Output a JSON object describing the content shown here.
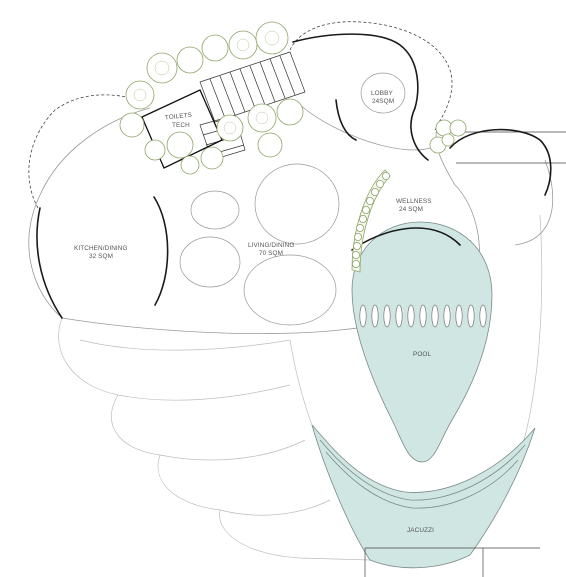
{
  "plan": {
    "rooms": {
      "toilets": "TOILETS",
      "tech": "TECH",
      "lobby": "LOBBY",
      "lobby_area": "24SQM",
      "wellness": "WELLNESS",
      "wellness_area": "24 SQM",
      "kitchen": "KITCHEN/DINING",
      "kitchen_area": "32 SQM",
      "living": "LIVING/DINING",
      "living_area": "70 SQM",
      "pool": "POOL",
      "jacuzzi": "JACUZZI"
    },
    "colors": {
      "water": "#cfe6e2",
      "vegetation": "#8ea567",
      "walls": "#1a1a1a"
    }
  }
}
